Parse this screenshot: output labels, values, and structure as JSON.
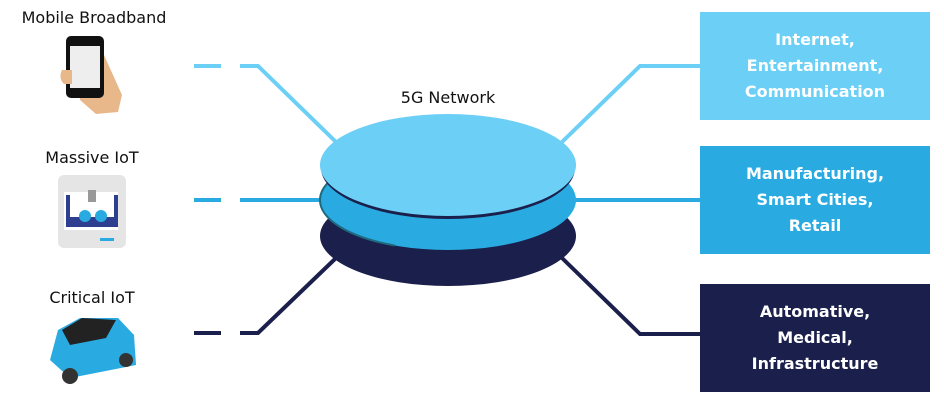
{
  "title": "5G Network",
  "colors": {
    "light": "#6ccff6",
    "medium": "#29abe2",
    "dark": "#1b1f4b"
  },
  "categories": [
    {
      "label": "Mobile Broadband",
      "icon": "smartphone-in-hand-icon",
      "uses": [
        "Internet,",
        "Entertainment,",
        "Communication"
      ]
    },
    {
      "label": "Massive IoT",
      "icon": "factory-machine-icon",
      "uses": [
        "Manufacturing,",
        "Smart Cities,",
        "Retail"
      ]
    },
    {
      "label": "Critical IoT",
      "icon": "car-icon",
      "uses": [
        "Automative,",
        "Medical,",
        "Infrastructure"
      ]
    }
  ]
}
